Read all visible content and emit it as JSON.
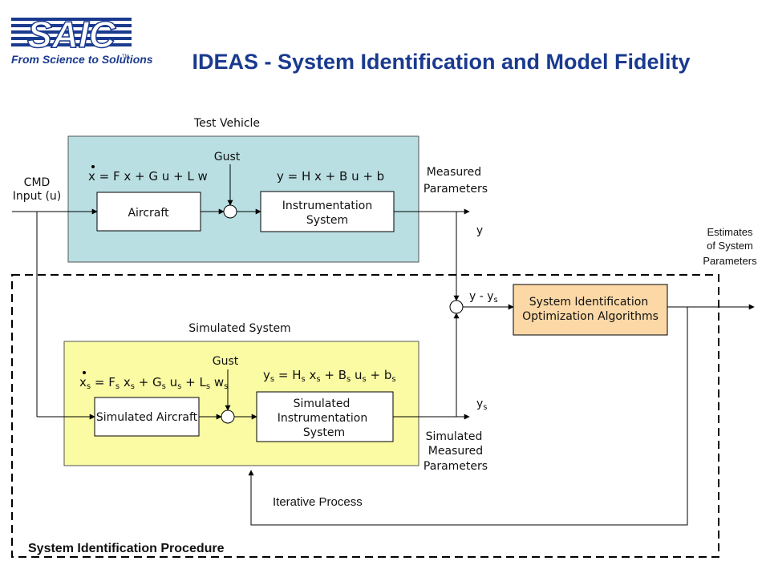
{
  "logo": {
    "brand": "SAIC",
    "tagline": "From Science to Solutions",
    "mark_color": "#1a3a8f"
  },
  "title": "IDEAS - System Identification and Model Fidelity",
  "test_vehicle": {
    "label": "Test Vehicle",
    "gust": "Gust",
    "state_eq": "x = F x + G u + L w",
    "output_eq": "y = H x + B u + b",
    "aircraft": "Aircraft",
    "instr_line1": "Instrumentation",
    "instr_line2": "System",
    "fill": "#b9dfe3"
  },
  "cmd_input": {
    "line1": "CMD",
    "line2": "Input (u)"
  },
  "measured": {
    "line1": "Measured",
    "line2": "Parameters"
  },
  "signals": {
    "y": "y",
    "y_minus": "y - y",
    "sub_s": "s",
    "ys": "y"
  },
  "estimates": {
    "line1": "Estimates",
    "line2": "of System",
    "line3": "Parameters"
  },
  "optimizer": {
    "line1": "System Identification",
    "line2": "Optimization Algorithms",
    "fill": "#fbd8a6"
  },
  "simulated": {
    "label": "Simulated System",
    "gust": "Gust",
    "aircraft": "Simulated Aircraft",
    "instr_line1": "Simulated",
    "instr_line2": "Instrumentation",
    "instr_line3": "System",
    "fill": "#fbfba4",
    "out_line1": "Simulated",
    "out_line2": "Measured",
    "out_line3": "Parameters"
  },
  "sim_state_eq": {
    "x": "x",
    "s1": "s",
    "eq": " = F",
    "s2": "s",
    "x2": " x",
    "s3": "s",
    "plus_g": " + G",
    "s4": "s",
    "u": " u",
    "s5": "s",
    "plus_l": " + L",
    "s6": "s",
    "w": " w",
    "s7": "s"
  },
  "sim_output_eq": {
    "y": "y",
    "s1": "s",
    "eq": " = H",
    "s2": "s",
    "x": " x",
    "s3": "s",
    "plus_b": " + B",
    "s4": "s",
    "u": " u",
    "s5": "s",
    "plus_b2": " + b",
    "s6": "s"
  },
  "iterative": "Iterative Process",
  "procedure": "System Identification Procedure"
}
